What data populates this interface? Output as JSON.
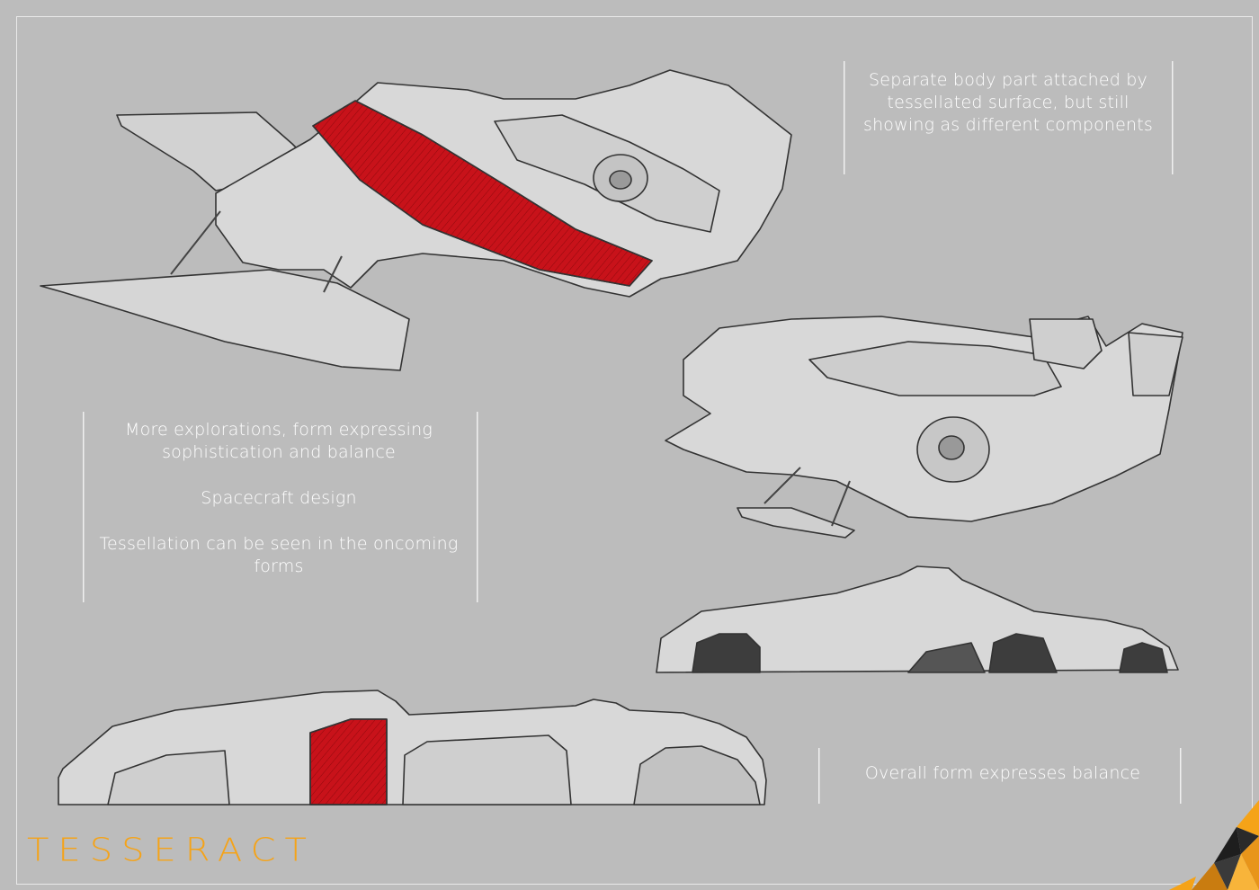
{
  "notes": {
    "top_right": "Separate body part attached by tessellated surface, but still showing as different components",
    "left": [
      "More explorations, form expressing sophistication and balance",
      "Spacecraft design",
      "Tessellation can be seen in the oncoming forms"
    ],
    "bottom_right": "Overall form expresses balance"
  },
  "logo": "TESSERACT",
  "colors": {
    "background": "#bcbcbc",
    "accent": "#f5a318",
    "tessellation_red": "#c8121a",
    "text": "#ffffff"
  }
}
